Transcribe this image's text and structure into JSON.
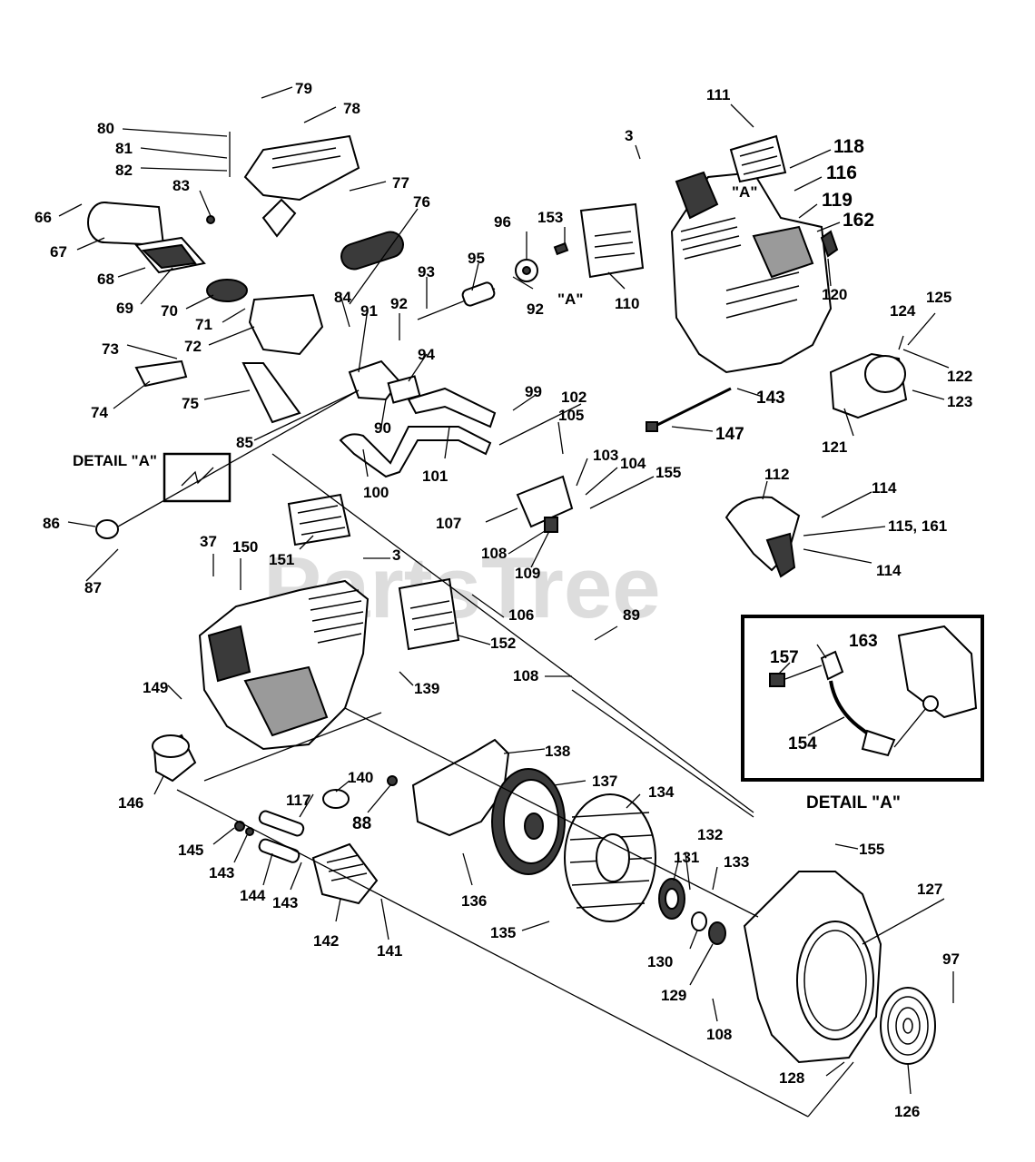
{
  "watermark": "PartsTree",
  "detail_caption": "DETAIL \"A\"",
  "detail_ref_label": "DETAIL \"A\"",
  "ref_a_1": "\"A\"",
  "ref_a_2": "\"A\"",
  "callouts": {
    "c79": "79",
    "c78": "78",
    "c80": "80",
    "c81": "81",
    "c82": "82",
    "c77": "77",
    "c83": "83",
    "c66": "66",
    "c67": "67",
    "c68": "68",
    "c69": "69",
    "c70": "70",
    "c71": "71",
    "c72": "72",
    "c73": "73",
    "c74": "74",
    "c75": "75",
    "c76": "76",
    "c84": "84",
    "c85": "85",
    "c86": "86",
    "c87": "87",
    "c90": "90",
    "c91": "91",
    "c92a": "92",
    "c92b": "92",
    "c93": "93",
    "c94": "94",
    "c95": "95",
    "c96": "96",
    "c153": "153",
    "c110": "110",
    "c3a": "3",
    "c3b": "3",
    "c111": "111",
    "c118": "118",
    "c116": "116",
    "c119": "119",
    "c162": "162",
    "c120": "120",
    "c124": "124",
    "c125": "125",
    "c122": "122",
    "c123": "123",
    "c121": "121",
    "c143a": "143",
    "c147": "147",
    "c99": "99",
    "c102": "102",
    "c105": "105",
    "c103": "103",
    "c104": "104",
    "c155a": "155",
    "c101": "101",
    "c100": "100",
    "c107": "107",
    "c108a": "108",
    "c109": "109",
    "c112": "112",
    "c114a": "114",
    "c115": "115, 161",
    "c114b": "114",
    "c37": "37",
    "c150": "150",
    "c151": "151",
    "c106": "106",
    "c152": "152",
    "c89": "89",
    "c108b": "108",
    "c149": "149",
    "c139": "139",
    "c146": "146",
    "c157": "157",
    "c163": "163",
    "c154": "154",
    "c138": "138",
    "c137": "137",
    "c140": "140",
    "c117": "117",
    "c88": "88",
    "c134": "134",
    "c145": "145",
    "c143b": "143",
    "c144": "144",
    "c143c": "143",
    "c142": "142",
    "c141": "141",
    "c136": "136",
    "c135": "135",
    "c132": "132",
    "c133": "133",
    "c131": "131",
    "c130": "130",
    "c129": "129",
    "c155b": "155",
    "c127": "127",
    "c97": "97",
    "c108c": "108",
    "c128": "128",
    "c126": "126"
  }
}
